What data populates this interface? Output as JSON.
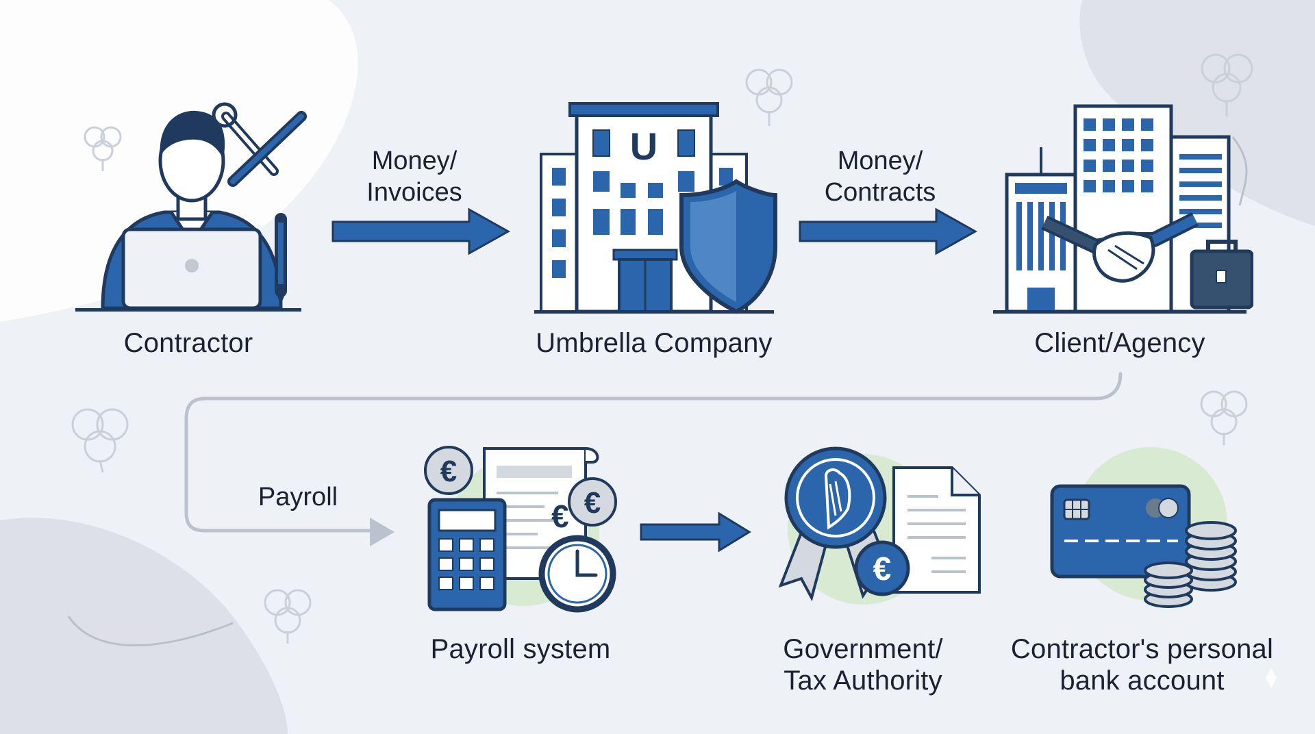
{
  "colors": {
    "primary_blue": "#2b66ad",
    "navy": "#1f3a5c",
    "light_gray": "#d4d9e0",
    "soft_green": "#d8ead2",
    "background": "#eef1f6"
  },
  "nodes": {
    "contractor": {
      "label": "Contractor",
      "icon": "contractor-laptop-icon"
    },
    "umbrella": {
      "label": "Umbrella Company",
      "icon": "building-shield-icon"
    },
    "client": {
      "label": "Client/Agency",
      "icon": "office-handshake-icon"
    },
    "payroll_system": {
      "label": "Payroll system",
      "icon": "calculator-clock-icon"
    },
    "government": {
      "line1": "Government/",
      "line2": "Tax Authority",
      "icon": "harp-seal-document-icon"
    },
    "bank": {
      "line1": "Contractor's personal",
      "line2": "bank account",
      "icon": "bank-card-coins-icon"
    }
  },
  "edges": {
    "contractor_umbrella": {
      "line1": "Money/",
      "line2": "Invoices"
    },
    "umbrella_client": {
      "line1": "Money/",
      "line2": "Contracts"
    },
    "client_payroll": {
      "label": "Payroll"
    }
  },
  "glyphs": {
    "building_letter": "U",
    "euro": "€"
  }
}
